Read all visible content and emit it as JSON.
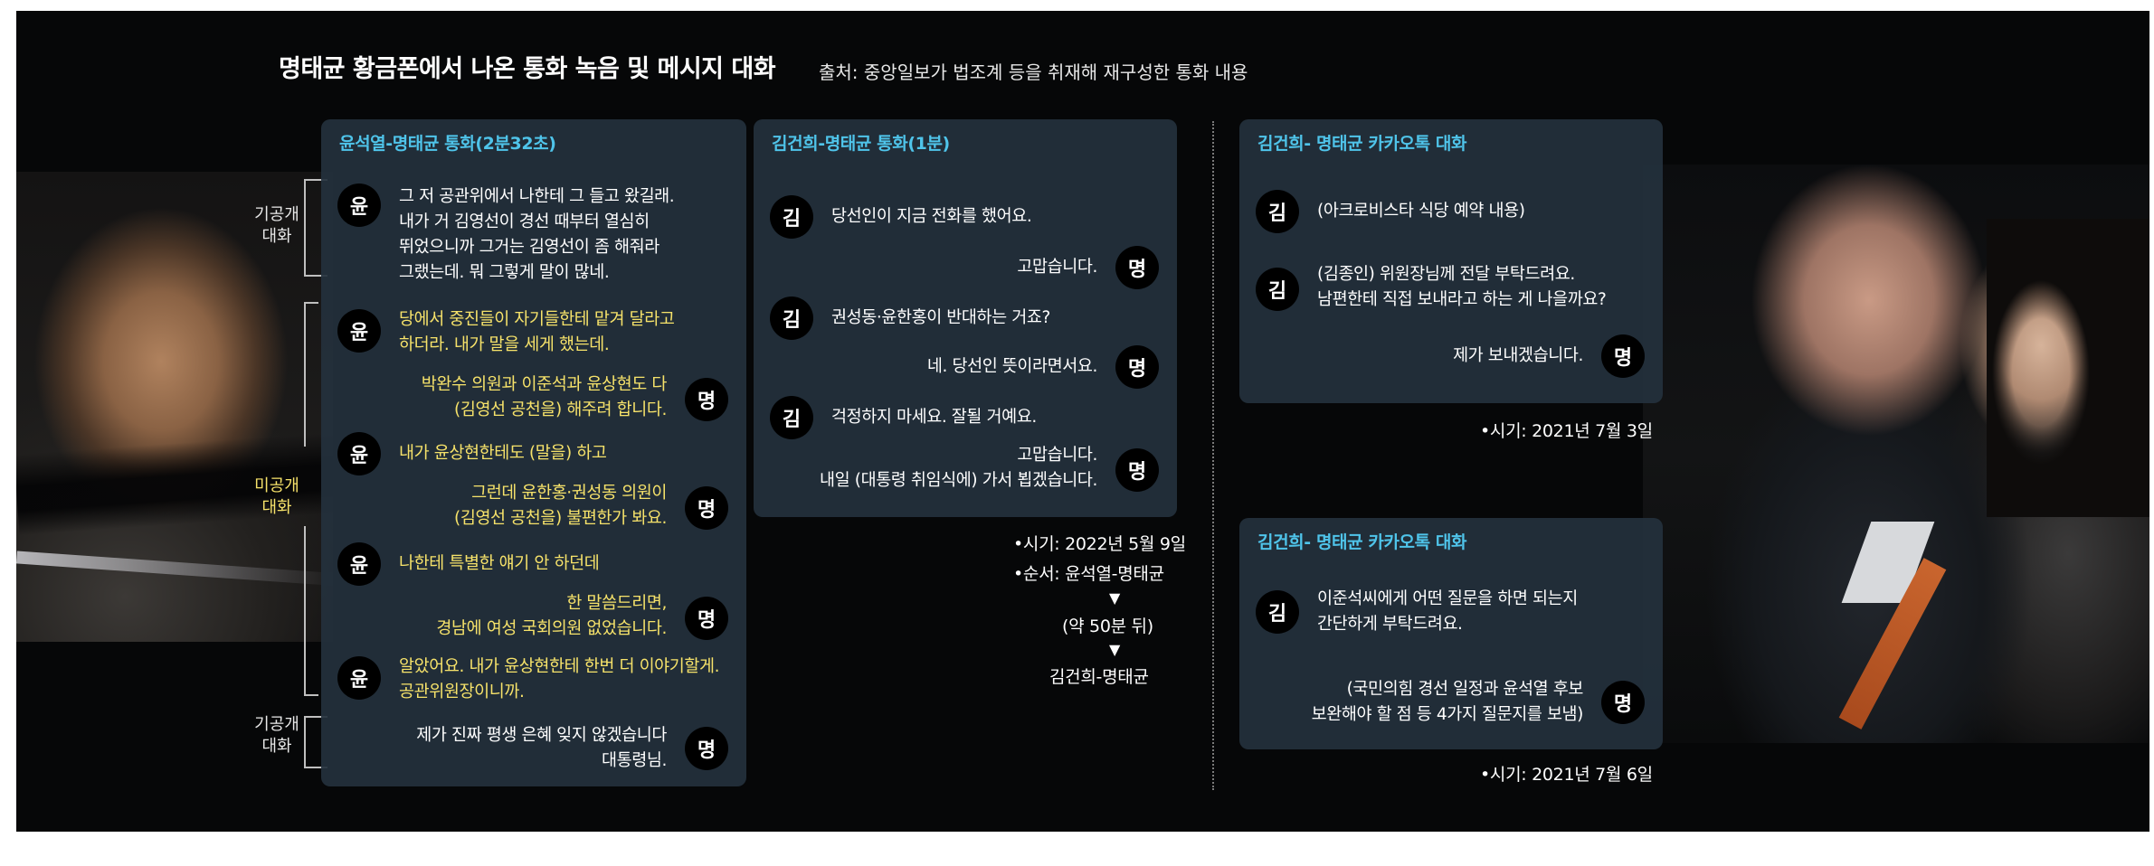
{
  "title": "명태균 황금폰에서 나온 통화 녹음 및 메시지 대화",
  "source": "출처: 중앙일보가 법조계 등을 취재해 재구성한 통화 내용",
  "labels": {
    "public1": [
      "기공개",
      "대화"
    ],
    "private": [
      "미공개",
      "대화"
    ],
    "public2": [
      "기공개",
      "대화"
    ]
  },
  "card1": {
    "title": "윤석열-명태균 통화(2분32초)",
    "messages": [
      {
        "speaker": "윤",
        "lines": [
          "그 저 공관위에서 나한테 그 들고 왔길래.",
          "내가 거 김영선이 경선 때부터 열심히",
          "뛰었으니까 그거는 김영선이 좀 해줘라",
          "그랬는데. 뭐 그렇게 말이 많네."
        ]
      },
      {
        "speaker": "윤",
        "lines": [
          "당에서 중진들이 자기들한테 맡겨 달라고",
          "하더라. 내가 말을 세게 했는데."
        ]
      },
      {
        "speaker": "명",
        "lines": [
          "박완수 의원과 이준석과 윤상현도 다",
          "(김영선 공천을) 해주려 합니다."
        ]
      },
      {
        "speaker": "윤",
        "lines": [
          "내가 윤상현한테도 (말을) 하고"
        ]
      },
      {
        "speaker": "명",
        "lines": [
          "그런데 윤한홍·권성동 의원이",
          "(김영선 공천을) 불편한가 봐요."
        ]
      },
      {
        "speaker": "윤",
        "lines": [
          "나한테 특별한 얘기 안 하던데"
        ]
      },
      {
        "speaker": "명",
        "lines": [
          "한 말씀드리면,",
          "경남에 여성 국회의원 없었습니다."
        ]
      },
      {
        "speaker": "윤",
        "lines": [
          "알았어요. 내가 윤상현한테 한번 더 이야기할게.",
          "공관위원장이니까."
        ]
      },
      {
        "speaker": "명",
        "lines": [
          "제가 진짜 평생 은혜 잊지 않겠습니다",
          "대통령님."
        ]
      }
    ]
  },
  "card2": {
    "title": "김건희-명태균 통화(1분)",
    "messages": [
      {
        "speaker": "김",
        "lines": [
          "당선인이 지금 전화를 했어요."
        ]
      },
      {
        "speaker": "명",
        "lines": [
          "고맙습니다."
        ]
      },
      {
        "speaker": "김",
        "lines": [
          "권성동·윤한홍이 반대하는 거죠?"
        ]
      },
      {
        "speaker": "명",
        "lines": [
          "네. 당선인 뜻이라면서요."
        ]
      },
      {
        "speaker": "김",
        "lines": [
          "걱정하지 마세요. 잘될 거예요."
        ]
      },
      {
        "speaker": "명",
        "lines": [
          "고맙습니다.",
          "내일 (대통령 취임식에) 가서 뵙겠습니다."
        ]
      }
    ]
  },
  "timeline": {
    "date": "•시기: 2022년 5월 9일",
    "order": "•순서: 윤석열-명태균",
    "arrow": "▼",
    "gap": "(약 50분 뒤)",
    "next": "김건희-명태균"
  },
  "card3": {
    "title": "김건희- 명태균 카카오톡 대화",
    "messages": [
      {
        "speaker": "김",
        "lines": [
          "(아크로비스타 식당 예약 내용)"
        ]
      },
      {
        "speaker": "김",
        "lines": [
          "(김종인) 위원장님께 전달 부탁드려요.",
          "남편한테 직접 보내라고 하는 게 나을까요?"
        ]
      },
      {
        "speaker": "명",
        "lines": [
          "제가 보내겠습니다."
        ]
      }
    ],
    "date": "•시기: 2021년 7월 3일"
  },
  "card4": {
    "title": "김건희- 명태균 카카오톡 대화",
    "messages": [
      {
        "speaker": "김",
        "lines": [
          "이준석씨에게 어떤 질문을 하면 되는지",
          "간단하게 부탁드려요."
        ]
      },
      {
        "speaker": "명",
        "lines": [
          "(국민의힘 경선 일정과 윤석열 후보",
          "보완해야 할 점 등 4가지 질문지를 보냄)"
        ]
      }
    ],
    "date": "•시기: 2021년 7월 6일"
  }
}
